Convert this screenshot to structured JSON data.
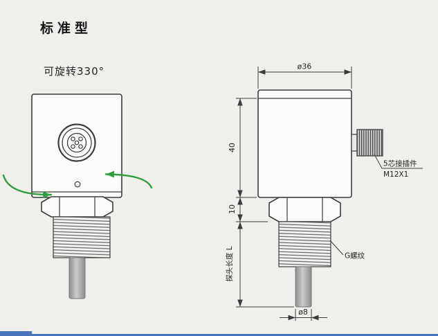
{
  "header": {
    "title": "标准型",
    "rotation_note": "可旋转330°"
  },
  "dimensions": {
    "top_diameter": "ø36",
    "body_height": "40",
    "nut_height": "10",
    "probe_length_label": "探头长度 L",
    "probe_diameter": "ø8"
  },
  "annotations": {
    "connector_line1": "5芯接插件",
    "connector_line2": "M12X1",
    "thread_label": "G螺纹"
  },
  "colors": {
    "background": "#f1efec",
    "line": "#3c3c3c",
    "rotation_arrow_green": "#2f9e3f",
    "probe_gray": "#cccccc",
    "bottom_bar_blue": "#4a74b9"
  }
}
